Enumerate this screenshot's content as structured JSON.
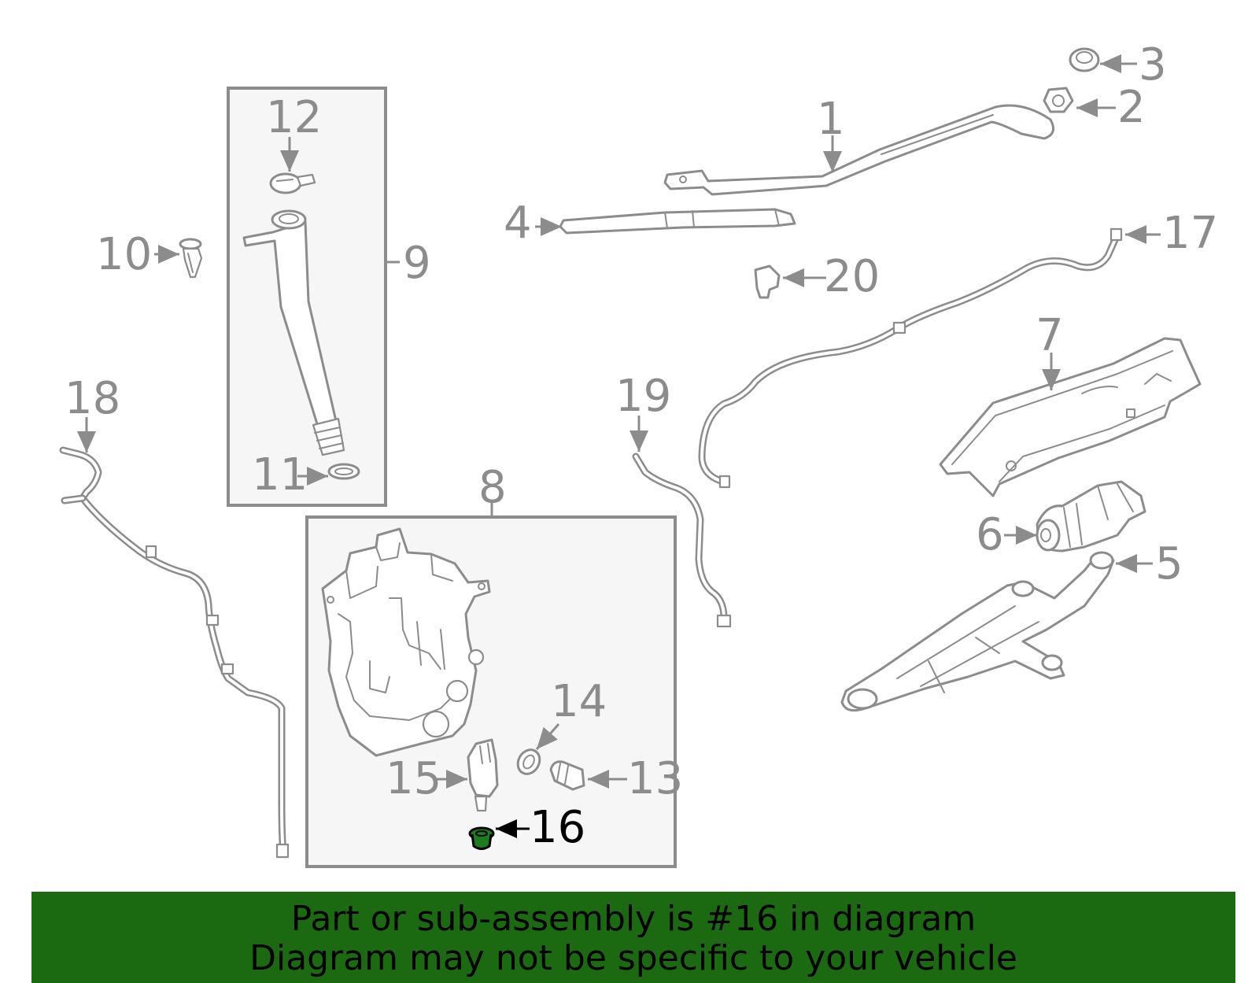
{
  "callouts": [
    "1",
    "2",
    "3",
    "4",
    "5",
    "6",
    "7",
    "8",
    "9",
    "10",
    "11",
    "12",
    "13",
    "14",
    "15",
    "16",
    "17",
    "18",
    "19",
    "20"
  ],
  "highlighted_callout": "16",
  "colors": {
    "line": "#8c8c8c",
    "box_fill": "#f6f6f6",
    "highlight_part": "#1e7b1e",
    "banner": "#1b6a12",
    "highlight_text": "#000000"
  },
  "banner": {
    "line1": "Part or sub-assembly is #16 in diagram",
    "line2": "Diagram may not be specific to your vehicle"
  }
}
